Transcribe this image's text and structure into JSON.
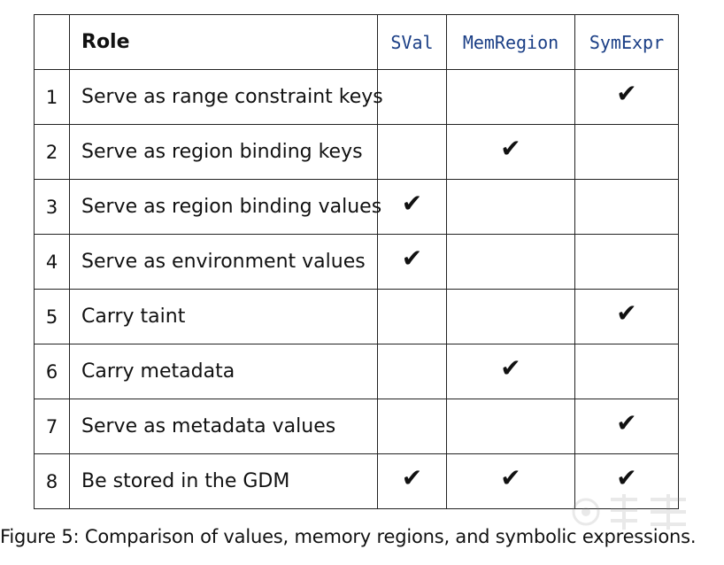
{
  "table": {
    "headers": {
      "num": "",
      "role": "Role",
      "sval": "SVal",
      "memregion": "MemRegion",
      "symexpr": "SymExpr"
    },
    "check_glyph": "✔",
    "rows": [
      {
        "num": "1",
        "role": "Serve as range constraint keys",
        "sval": "",
        "memregion": "",
        "symexpr": "✔"
      },
      {
        "num": "2",
        "role": "Serve as region binding keys",
        "sval": "",
        "memregion": "✔",
        "symexpr": ""
      },
      {
        "num": "3",
        "role": "Serve as region binding values",
        "sval": "✔",
        "memregion": "",
        "symexpr": ""
      },
      {
        "num": "4",
        "role": "Serve as environment values",
        "sval": "✔",
        "memregion": "",
        "symexpr": ""
      },
      {
        "num": "5",
        "role": "Carry taint",
        "sval": "",
        "memregion": "",
        "symexpr": "✔"
      },
      {
        "num": "6",
        "role": "Carry metadata",
        "sval": "",
        "memregion": "✔",
        "symexpr": ""
      },
      {
        "num": "7",
        "role": "Serve as metadata values",
        "sval": "",
        "memregion": "",
        "symexpr": "✔"
      },
      {
        "num": "8",
        "role": "Be stored in the GDM",
        "sval": "✔",
        "memregion": "✔",
        "symexpr": "✔"
      }
    ]
  },
  "caption": "Figure 5: Comparison of values, memory regions, and symbolic expressions.",
  "colors": {
    "mono_header": "#1b3f86",
    "border": "#222222",
    "text": "#111111"
  }
}
